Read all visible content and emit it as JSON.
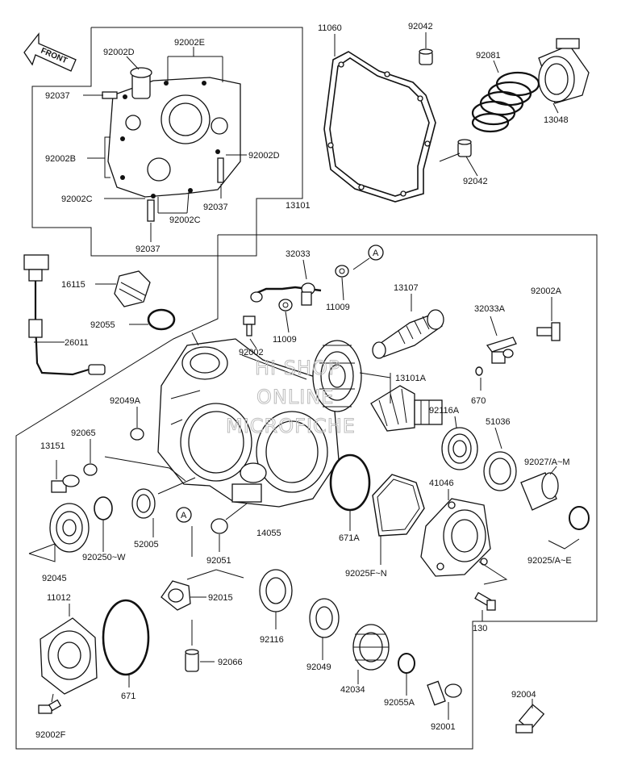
{
  "front_label": "FRONT",
  "watermark": [
    "HI SHOP",
    "ONLINE",
    "MICROFICHE"
  ],
  "labels": {
    "l11060": "11060",
    "l92042a": "92042",
    "l92042b": "92042",
    "l92081": "92081",
    "l13048": "13048",
    "l92002D_a": "92002D",
    "l92002E": "92002E",
    "l92037_a": "92037",
    "l92002B": "92002B",
    "l92002D_b": "92002D",
    "l92002C_a": "92002C",
    "l92037_b": "92037",
    "l92002C_b": "92002C",
    "l92037_c": "92037",
    "l13101": "13101",
    "l32033": "32033",
    "lA1": "A",
    "l11009_a": "11009",
    "l11009_b": "11009",
    "l13107": "13107",
    "l92002A": "92002A",
    "l32033A": "32033A",
    "l16115": "16115",
    "l92055": "92055",
    "l26011": "26011",
    "l92002": "92002",
    "l13101A": "13101A",
    "l670": "670",
    "l92049A": "92049A",
    "l92116A": "92116A",
    "l51036": "51036",
    "l92065": "92065",
    "l13151": "13151",
    "l92027": "92027/A~M",
    "l41046": "41046",
    "lA2": "A",
    "l14055": "14055",
    "l52005": "52005",
    "l671A": "671A",
    "l92025": "92025/A~E",
    "l92050": "920250~W",
    "l92045": "92045",
    "l92051": "92051",
    "l92025F": "92025F~N",
    "l11012": "11012",
    "l92015": "92015",
    "l130": "130",
    "l92116": "92116",
    "l671": "671",
    "l92049": "92049",
    "l92066": "92066",
    "l42034": "42034",
    "l92055A": "92055A",
    "l92004": "92004",
    "l92002F": "92002F",
    "l92001": "92001"
  }
}
